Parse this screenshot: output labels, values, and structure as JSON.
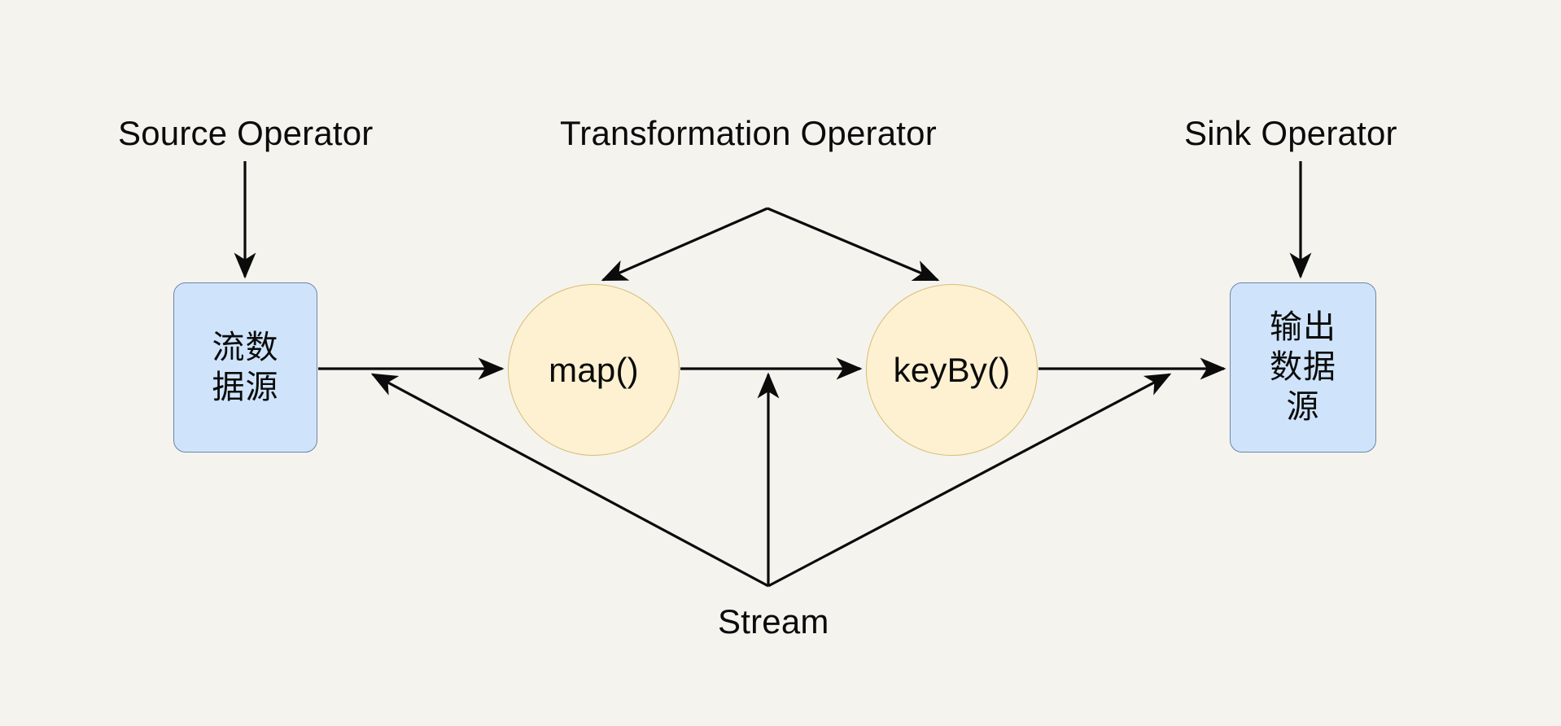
{
  "diagram": {
    "title": "Flink stream processing operator pipeline",
    "background_color": "#f4f3ee",
    "labels": {
      "source_operator": "Source Operator",
      "transformation_operator": "Transformation Operator",
      "sink_operator": "Sink Operator",
      "stream": "Stream"
    },
    "nodes": [
      {
        "id": "source",
        "text": "流数据源",
        "shape": "rounded-rect",
        "fill": "#cfe4fb",
        "stroke": "#6e85a8"
      },
      {
        "id": "map",
        "text": "map()",
        "shape": "circle",
        "fill": "#fdf1d2",
        "stroke": "#d8bd74"
      },
      {
        "id": "keyby",
        "text": "keyBy()",
        "shape": "circle",
        "fill": "#fdf1d2",
        "stroke": "#d8bd74"
      },
      {
        "id": "sink",
        "text": "输出数据源",
        "shape": "rounded-rect",
        "fill": "#cfe4fb",
        "stroke": "#6e85a8"
      }
    ],
    "edges": [
      {
        "id": "source-caption-to-source-box",
        "from": "Source Operator",
        "to": "流数据源",
        "style": "straight-arrow"
      },
      {
        "id": "sink-caption-to-sink-box",
        "from": "Sink Operator",
        "to": "输出数据源",
        "style": "straight-arrow"
      },
      {
        "id": "transformation-caption-to-map",
        "from": "Transformation Operator",
        "to": "map()",
        "style": "straight-arrow"
      },
      {
        "id": "transformation-caption-to-keyby",
        "from": "Transformation Operator",
        "to": "keyBy()",
        "style": "straight-arrow"
      },
      {
        "id": "source-to-map",
        "from": "流数据源",
        "to": "map()",
        "style": "straight-arrow"
      },
      {
        "id": "map-to-keyby",
        "from": "map()",
        "to": "keyBy()",
        "style": "straight-arrow"
      },
      {
        "id": "keyby-to-sink",
        "from": "keyBy()",
        "to": "输出数据源",
        "style": "straight-arrow"
      },
      {
        "id": "stream-to-source-edge",
        "from": "Stream",
        "to": "source-to-map edge",
        "style": "straight-arrow"
      },
      {
        "id": "stream-to-map-edge",
        "from": "Stream",
        "to": "map-to-keyby edge",
        "style": "straight-arrow"
      },
      {
        "id": "stream-to-sink-edge",
        "from": "Stream",
        "to": "keyby-to-sink edge",
        "style": "straight-arrow"
      }
    ],
    "edge_color": "#0b0b0b"
  }
}
